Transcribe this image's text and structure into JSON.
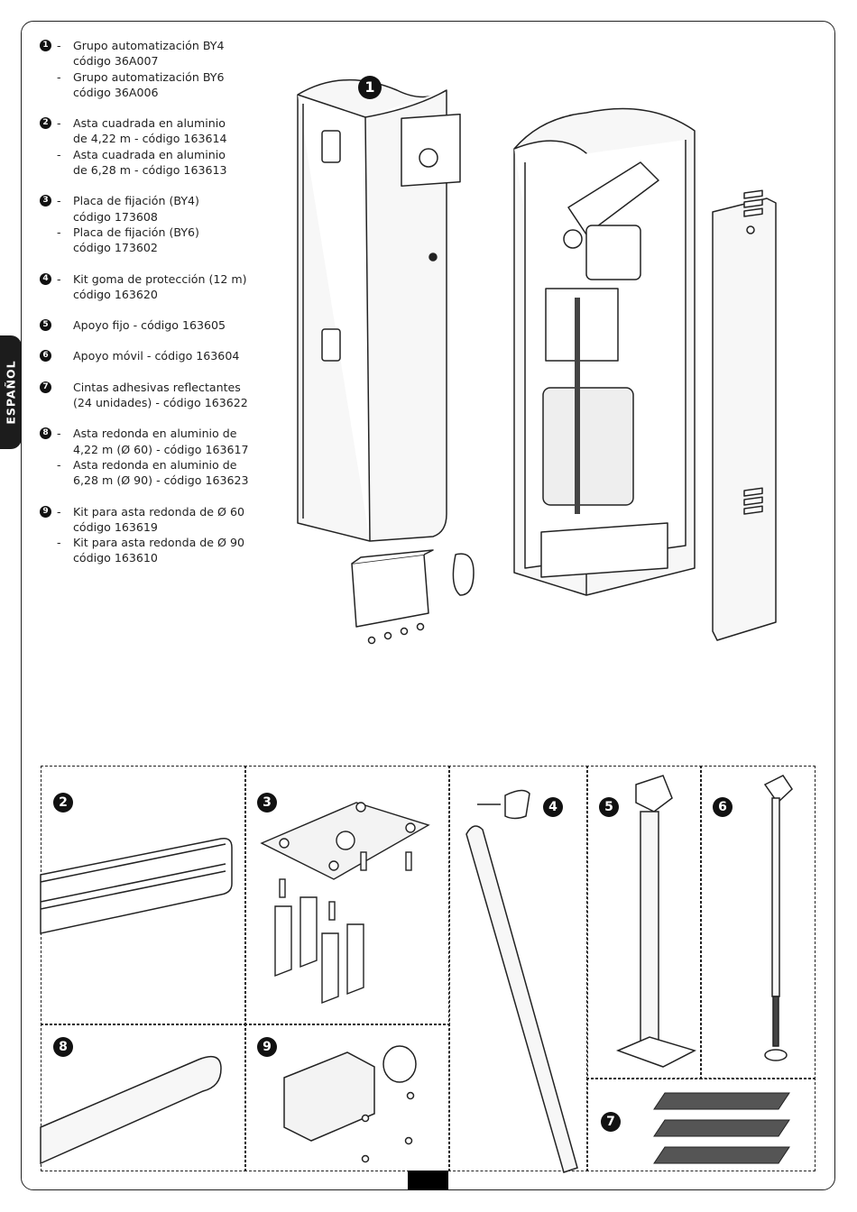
{
  "sidebar": {
    "language_tab": "ESPAÑOL"
  },
  "parts": [
    {
      "number": "1",
      "lines": [
        {
          "dash": "-",
          "text": "Grupo automatización BY4"
        },
        {
          "dash": "",
          "text": "código 36A007"
        },
        {
          "dash": "-",
          "text": "Grupo automatización BY6"
        },
        {
          "dash": "",
          "text": "código 36A006"
        }
      ]
    },
    {
      "number": "2",
      "lines": [
        {
          "dash": "-",
          "text": "Asta cuadrada en aluminio"
        },
        {
          "dash": "",
          "text": "de 4,22 m - código 163614"
        },
        {
          "dash": "-",
          "text": "Asta cuadrada en aluminio"
        },
        {
          "dash": "",
          "text": "de 6,28 m - código 163613"
        }
      ]
    },
    {
      "number": "3",
      "lines": [
        {
          "dash": "-",
          "text": "Placa de fijación (BY4)"
        },
        {
          "dash": "",
          "text": "código 173608"
        },
        {
          "dash": "-",
          "text": "Placa de fijación (BY6)"
        },
        {
          "dash": "",
          "text": "código 173602"
        }
      ]
    },
    {
      "number": "4",
      "lines": [
        {
          "dash": "-",
          "text": "Kit goma de protección (12 m)"
        },
        {
          "dash": "",
          "text": "código 163620"
        }
      ]
    },
    {
      "number": "5",
      "lines": [
        {
          "dash": "",
          "text": "Apoyo fijo - código 163605"
        }
      ]
    },
    {
      "number": "6",
      "lines": [
        {
          "dash": "",
          "text": "Apoyo móvil - código 163604"
        }
      ]
    },
    {
      "number": "7",
      "lines": [
        {
          "dash": "",
          "text": "Cintas adhesivas reflectantes"
        },
        {
          "dash": "",
          "text": "(24 unidades) - código 163622"
        }
      ]
    },
    {
      "number": "8",
      "lines": [
        {
          "dash": "-",
          "text": "Asta redonda en aluminio de"
        },
        {
          "dash": "",
          "text": "4,22 m (Ø 60) - código 163617"
        },
        {
          "dash": "-",
          "text": "Asta redonda en aluminio de"
        },
        {
          "dash": "",
          "text": "6,28 m (Ø 90) - código 163623"
        }
      ]
    },
    {
      "number": "9",
      "lines": [
        {
          "dash": "-",
          "text": "Kit para asta redonda de Ø 60"
        },
        {
          "dash": "",
          "text": "código 163619"
        },
        {
          "dash": "-",
          "text": "Kit para asta redonda de Ø 90"
        },
        {
          "dash": "",
          "text": "código 163610"
        }
      ]
    }
  ],
  "callouts": {
    "c1": "1",
    "c2": "2",
    "c3": "3",
    "c4": "4",
    "c5": "5",
    "c6": "6",
    "c7": "7",
    "c8": "8",
    "c9": "9"
  }
}
